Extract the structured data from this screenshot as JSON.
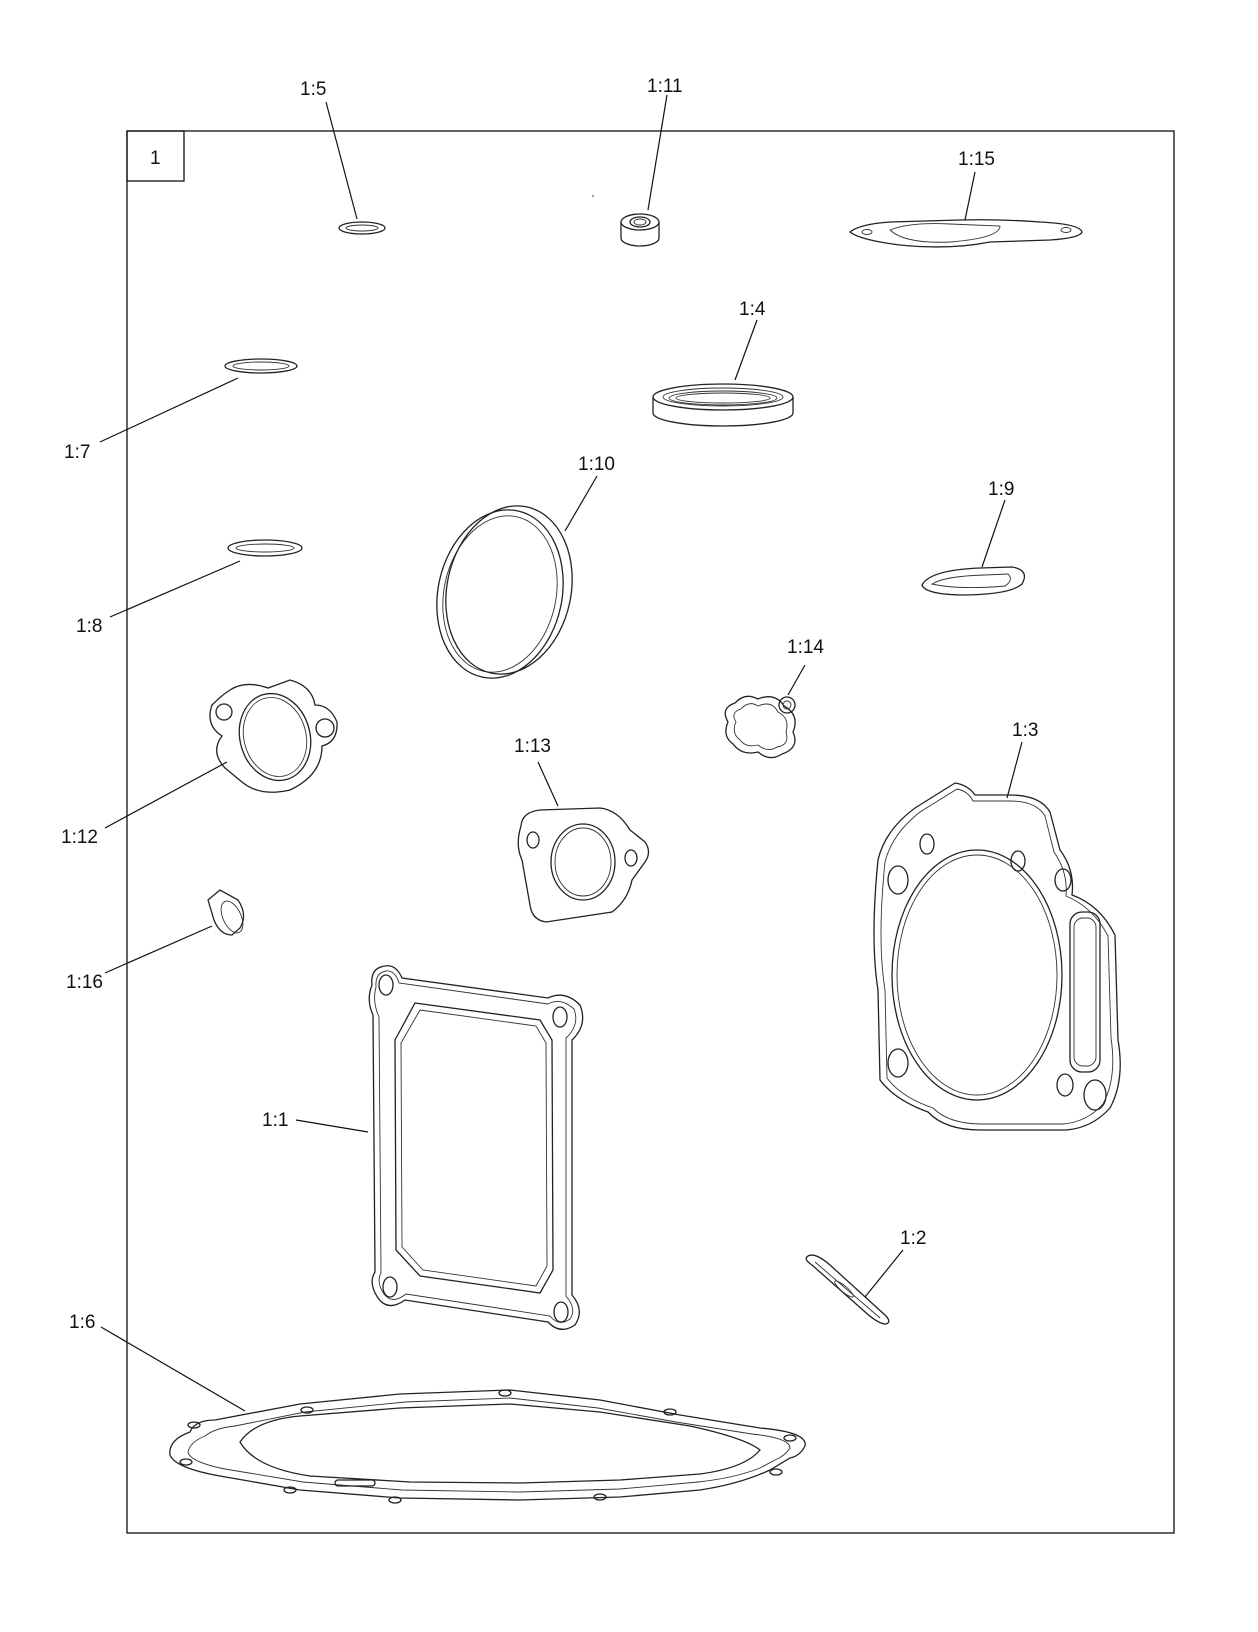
{
  "figure_number": "1",
  "callouts": [
    {
      "id": "1:1",
      "part": "valve-cover-gasket"
    },
    {
      "id": "1:2",
      "part": "thin-washer"
    },
    {
      "id": "1:3",
      "part": "cylinder-head-gasket"
    },
    {
      "id": "1:4",
      "part": "oil-seal"
    },
    {
      "id": "1:5",
      "part": "small-o-ring"
    },
    {
      "id": "1:6",
      "part": "crankcase-cover-gasket"
    },
    {
      "id": "1:7",
      "part": "o-ring"
    },
    {
      "id": "1:8",
      "part": "o-ring"
    },
    {
      "id": "1:9",
      "part": "seal-ring"
    },
    {
      "id": "1:10",
      "part": "large-seal-ring"
    },
    {
      "id": "1:11",
      "part": "valve-stem-seal"
    },
    {
      "id": "1:12",
      "part": "flange-gasket"
    },
    {
      "id": "1:13",
      "part": "intake-gasket"
    },
    {
      "id": "1:14",
      "part": "breather-gasket"
    },
    {
      "id": "1:15",
      "part": "exhaust-gasket"
    },
    {
      "id": "1:16",
      "part": "plug-cap"
    }
  ]
}
